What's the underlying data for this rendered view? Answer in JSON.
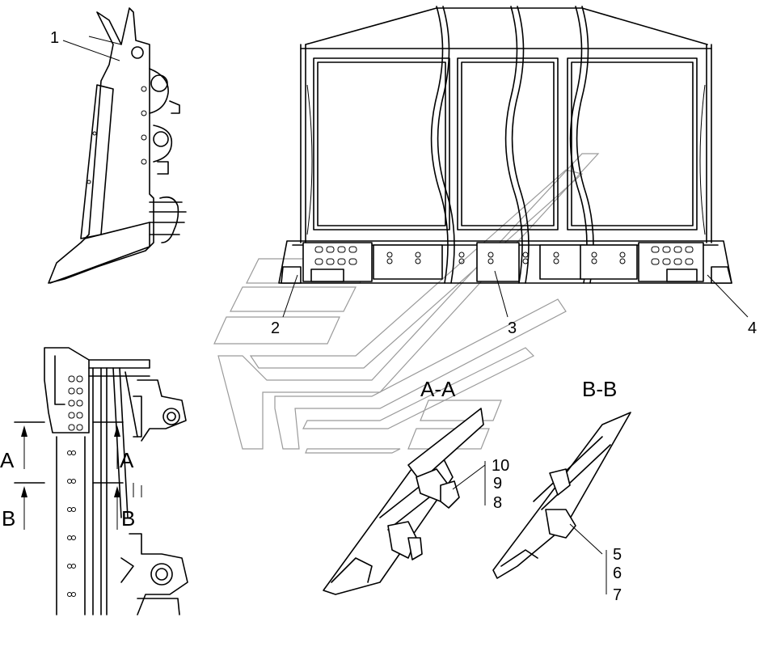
{
  "callouts": {
    "c1": "1",
    "c2": "2",
    "c3": "3",
    "c4": "4",
    "c5": "5",
    "c6": "6",
    "c7": "7",
    "c8": "8",
    "c9": "9",
    "c10": "10"
  },
  "sections": {
    "aa": "A-A",
    "bb": "B-B"
  },
  "view_marks": {
    "a_upper": "A",
    "a_lower": "A",
    "b_upper": "B",
    "b_lower": "B"
  }
}
